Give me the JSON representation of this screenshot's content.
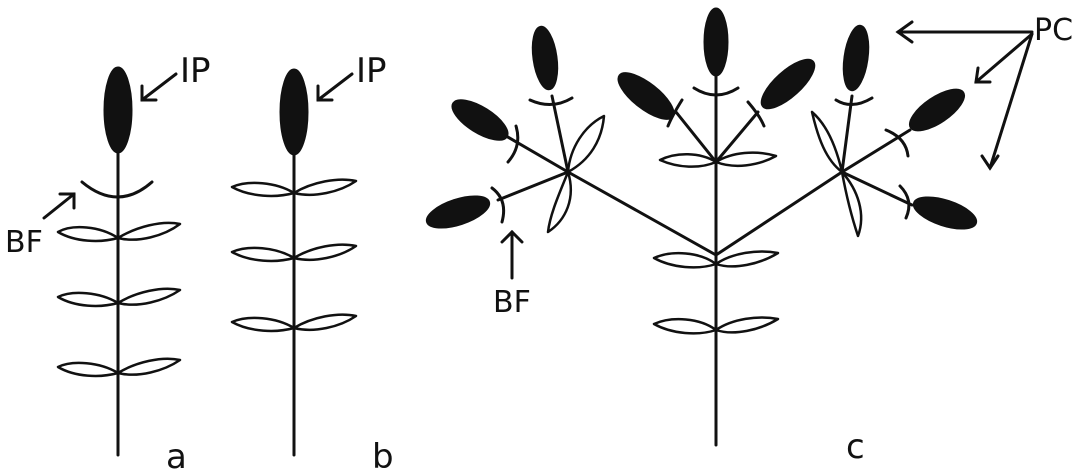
{
  "colors": {
    "ink": "#111111",
    "background": "#ffffff"
  },
  "panels": {
    "a": {
      "label": "a",
      "inflorescence_label": "IP",
      "bract_label": "BF"
    },
    "b": {
      "label": "b",
      "inflorescence_label": "IP"
    },
    "c": {
      "label": "c",
      "bract_label": "BF",
      "cluster_label": "PC"
    }
  }
}
